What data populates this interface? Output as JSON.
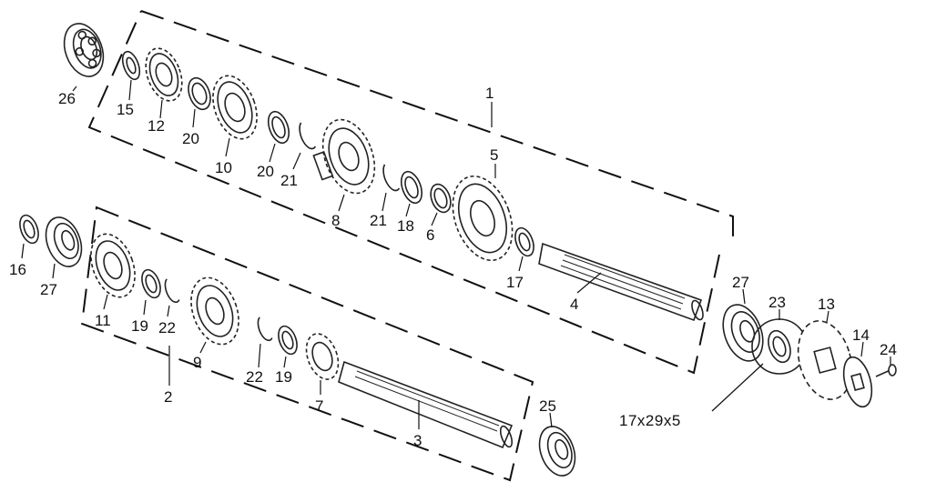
{
  "labels": {
    "p1": "1",
    "p2": "2",
    "p3": "3",
    "p4": "4",
    "p5": "5",
    "p6": "6",
    "p7": "7",
    "p8": "8",
    "p9": "9",
    "p10": "10",
    "p11": "11",
    "p12": "12",
    "p13": "13",
    "p14": "14",
    "p15": "15",
    "p16": "16",
    "p17": "17",
    "p18": "18",
    "p19a": "19",
    "p19b": "19",
    "p20a": "20",
    "p20b": "20",
    "p21a": "21",
    "p21b": "21",
    "p22a": "22",
    "p22b": "22",
    "p23": "23",
    "p24": "24",
    "p25": "25",
    "p26": "26",
    "p27a": "27",
    "p27b": "27"
  },
  "seal_size": "17x29x5"
}
